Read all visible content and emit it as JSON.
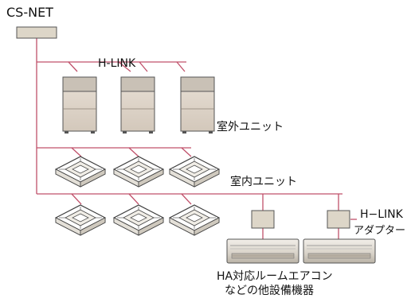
{
  "labels": {
    "title": "CS-NET",
    "hlink": "H-LINK",
    "outdoor_unit": "室外ユニット",
    "indoor_unit": "室内ユニット",
    "adapter_line1": "H−LINK",
    "adapter_line2": "アダプター",
    "ha_line1": "HA対応ルームエアコン",
    "ha_line2": "などの他設備機器"
  },
  "colors": {
    "wire": "#c0506a",
    "unit_fill": "#d9cfc4",
    "unit_stroke": "#555555",
    "box_fill": "#ddd6c8"
  }
}
